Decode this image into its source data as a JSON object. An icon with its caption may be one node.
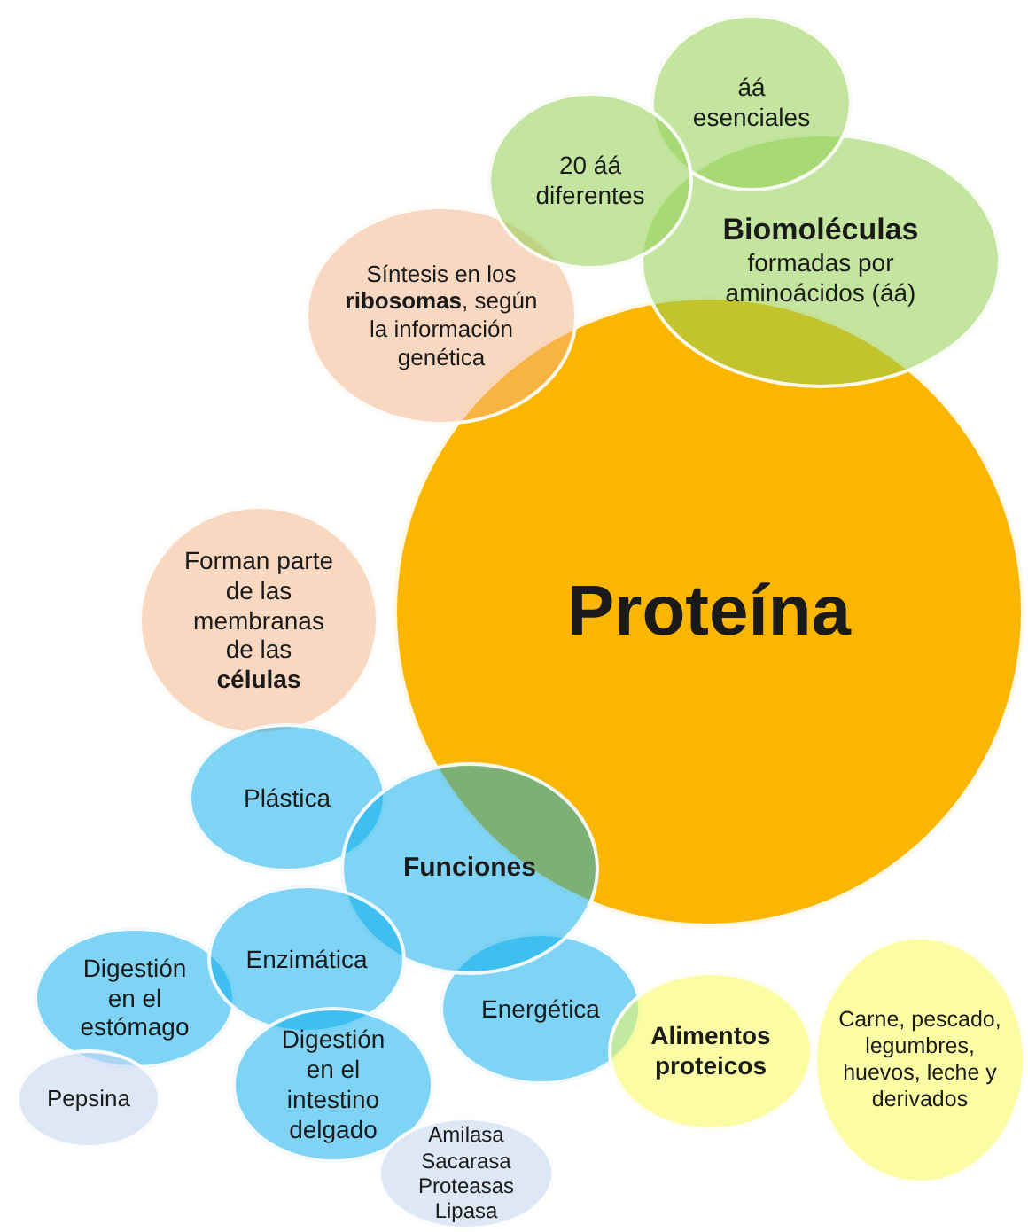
{
  "diagram": {
    "nodes": [
      {
        "text": [
          "Proteína"
        ]
      },
      {
        "text": [
          "áá esenciales"
        ]
      },
      {
        "text": [
          "20 áá diferentes"
        ]
      },
      {
        "text": [
          "Biomoléculas",
          "formadas por aminoácidos (áá)"
        ]
      },
      {
        "text": [
          "Síntesis en los **ribosomas**, según la información genética"
        ]
      },
      {
        "text": [
          "Forman parte de las membranas de las **células**"
        ]
      },
      {
        "text": [
          "Plástica"
        ]
      },
      {
        "text": [
          "Funciones"
        ]
      },
      {
        "text": [
          "Enzimática"
        ]
      },
      {
        "text": [
          "Digestión en el estómago"
        ]
      },
      {
        "text": [
          "Pepsina"
        ]
      },
      {
        "text": [
          "Energética"
        ]
      },
      {
        "text": [
          "Digestión en el intestino delgado"
        ]
      },
      {
        "text": [
          "Amilasa Sacarasa Proteasas Lipasa"
        ]
      },
      {
        "text": [
          "Alimentos proteicos"
        ]
      },
      {
        "text": [
          "Carne, pescado, legumbres, huevos, leche y derivados"
        ]
      }
    ]
  }
}
